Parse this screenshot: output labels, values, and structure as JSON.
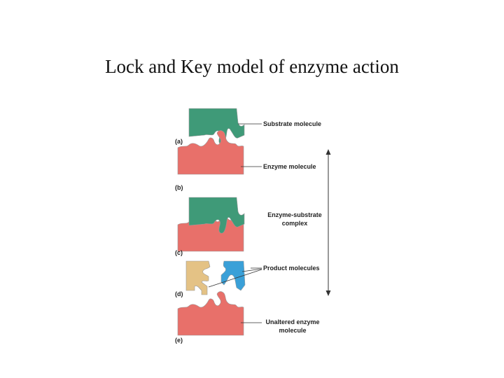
{
  "slide": {
    "title": "Lock and Key model of enzyme action"
  },
  "diagram": {
    "steps": [
      "(a)",
      "(b)",
      "(c)",
      "(d)",
      "(e)"
    ],
    "labels": {
      "substrate": "Substrate molecule",
      "enzyme": "Enzyme molecule",
      "complex_line1": "Enzyme-substrate",
      "complex_line2": "complex",
      "products": "Product molecules",
      "unaltered_line1": "Unaltered enzyme",
      "unaltered_line2": "molecule"
    },
    "colors": {
      "substrate": "#3f9a78",
      "enzyme": "#e8706a",
      "product_left": "#e4c285",
      "product_right": "#3aa0d8",
      "outline": "#9a9a9a",
      "leader_line": "#333333"
    }
  }
}
